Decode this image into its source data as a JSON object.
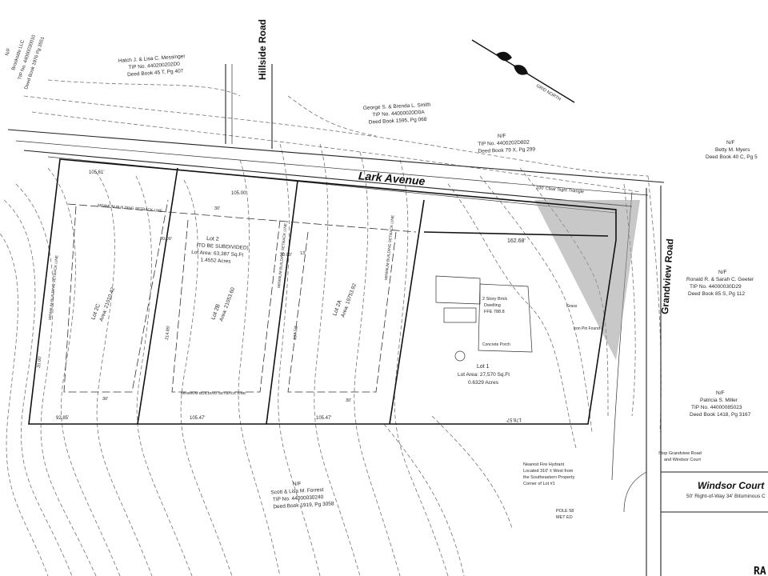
{
  "roads": {
    "lark_avenue": "Lark Avenue",
    "hillside_road": "Hillside Road",
    "grandview_road": "Grandview Road",
    "windsor_court": "Windsor Court",
    "windsor_court_note": "50' Right-of-Way 34' Bituminous C"
  },
  "lots": {
    "lot2_title": "Lot 2",
    "lot2_sub": "(TO BE SUBDIVIDED)",
    "lot2_area": "Lot Area: 63,387 Sq.Ft",
    "lot2_acres": "1.4552 Acres",
    "lot2b": "Lot 2B",
    "lot2b_area": "Area: 21053.60",
    "lot2a": "Lot 2A",
    "lot2a_area": "Area: 19753.92",
    "lot2c": "Lot 2C",
    "lot2c_area": "Area: 21010.42",
    "lot1_title": "Lot 1",
    "lot1_area": "Lot Area: 27,570 Sq.Ft",
    "lot1_acres": "0.6329 Acres"
  },
  "setback_label": "MINIMUM BUILDING SETBACK LINE",
  "owners": {
    "o1_l1": "Hatch J. & Lisa C. Messinger",
    "o1_l2": "TIP No. 440200202D0",
    "o1_l3": "Deed Book 45 T, Pg 407",
    "o2_l1": "George S. & Brenda L. Smith",
    "o2_l2": "TIP No. 44000020D0A",
    "o2_l3": "Deed Book 1595, Pg 068",
    "o3_l1": "N/F",
    "o3_l2": "TIP No. 4400202D802",
    "o3_l3": "Deed Book 79 X, Pg 299",
    "o4_l1": "N/F",
    "o4_l2": "Betty M. Myers",
    "o4_l3": "Deed Book 40 C, Pg 5",
    "o5_l1": "N/F",
    "o5_l2": "Ronald R. & Sarah C. Geeter",
    "o5_l3": "TIP No. 44000030D29",
    "o5_l4": "Deed Book 85 S, Pg 112",
    "o6_l1": "N/F",
    "o6_l2": "Patricia S. Miller",
    "o6_l3": "TIP No. 44000085023",
    "o6_l4": "Deed Book 1418, Pg 3167",
    "o7_l1": "N/F",
    "o7_l2": "Scott & Lisa M. Forrest",
    "o7_l3": "TIP No. 44000030240",
    "o7_l4": "Deed Book 1919, Pg 3058",
    "o8_l1": "N/F",
    "o8_l2": "Brookside LLC",
    "o8_l3": "TIP No. 44000030010",
    "o8_l4": "Deed Book 1976 Pg 3551"
  },
  "dims": {
    "d1": "105.61'",
    "d2": "105.00'",
    "d3": "162.68'",
    "d4": "92.85'",
    "d5": "105.47'",
    "d6": "105.47'",
    "d7": "20.00'",
    "d8": "20.00'",
    "d9": "20.00'",
    "d10": "178.57'",
    "d11": "214.85'",
    "d12": "197.53'",
    "d13": "13'",
    "d14": "30'",
    "d15": "30'",
    "d16": "30'"
  },
  "notes": {
    "tree_line": "100' Clear Sight Triangle",
    "house_l1": "2 Story Brick",
    "house_l2": "Dwelling",
    "house_l3": "FFE 788.8",
    "porch": "Concrete Porch",
    "grass": "Grass",
    "iron_pin": "Iron Pin Found",
    "nearest": "Nearest Fire Hydrant",
    "nearest_2": "Located 310' ± West from",
    "nearest_3": "the Southeastern Property",
    "nearest_4": "Corner of Lot #1",
    "met_ed": "MET ED",
    "stop": "Stop Grandview Road",
    "stop_2": "and Windsor Court",
    "pole": "POLE 58",
    "north": "GRID NORTH",
    "corner_tag": "RA"
  }
}
